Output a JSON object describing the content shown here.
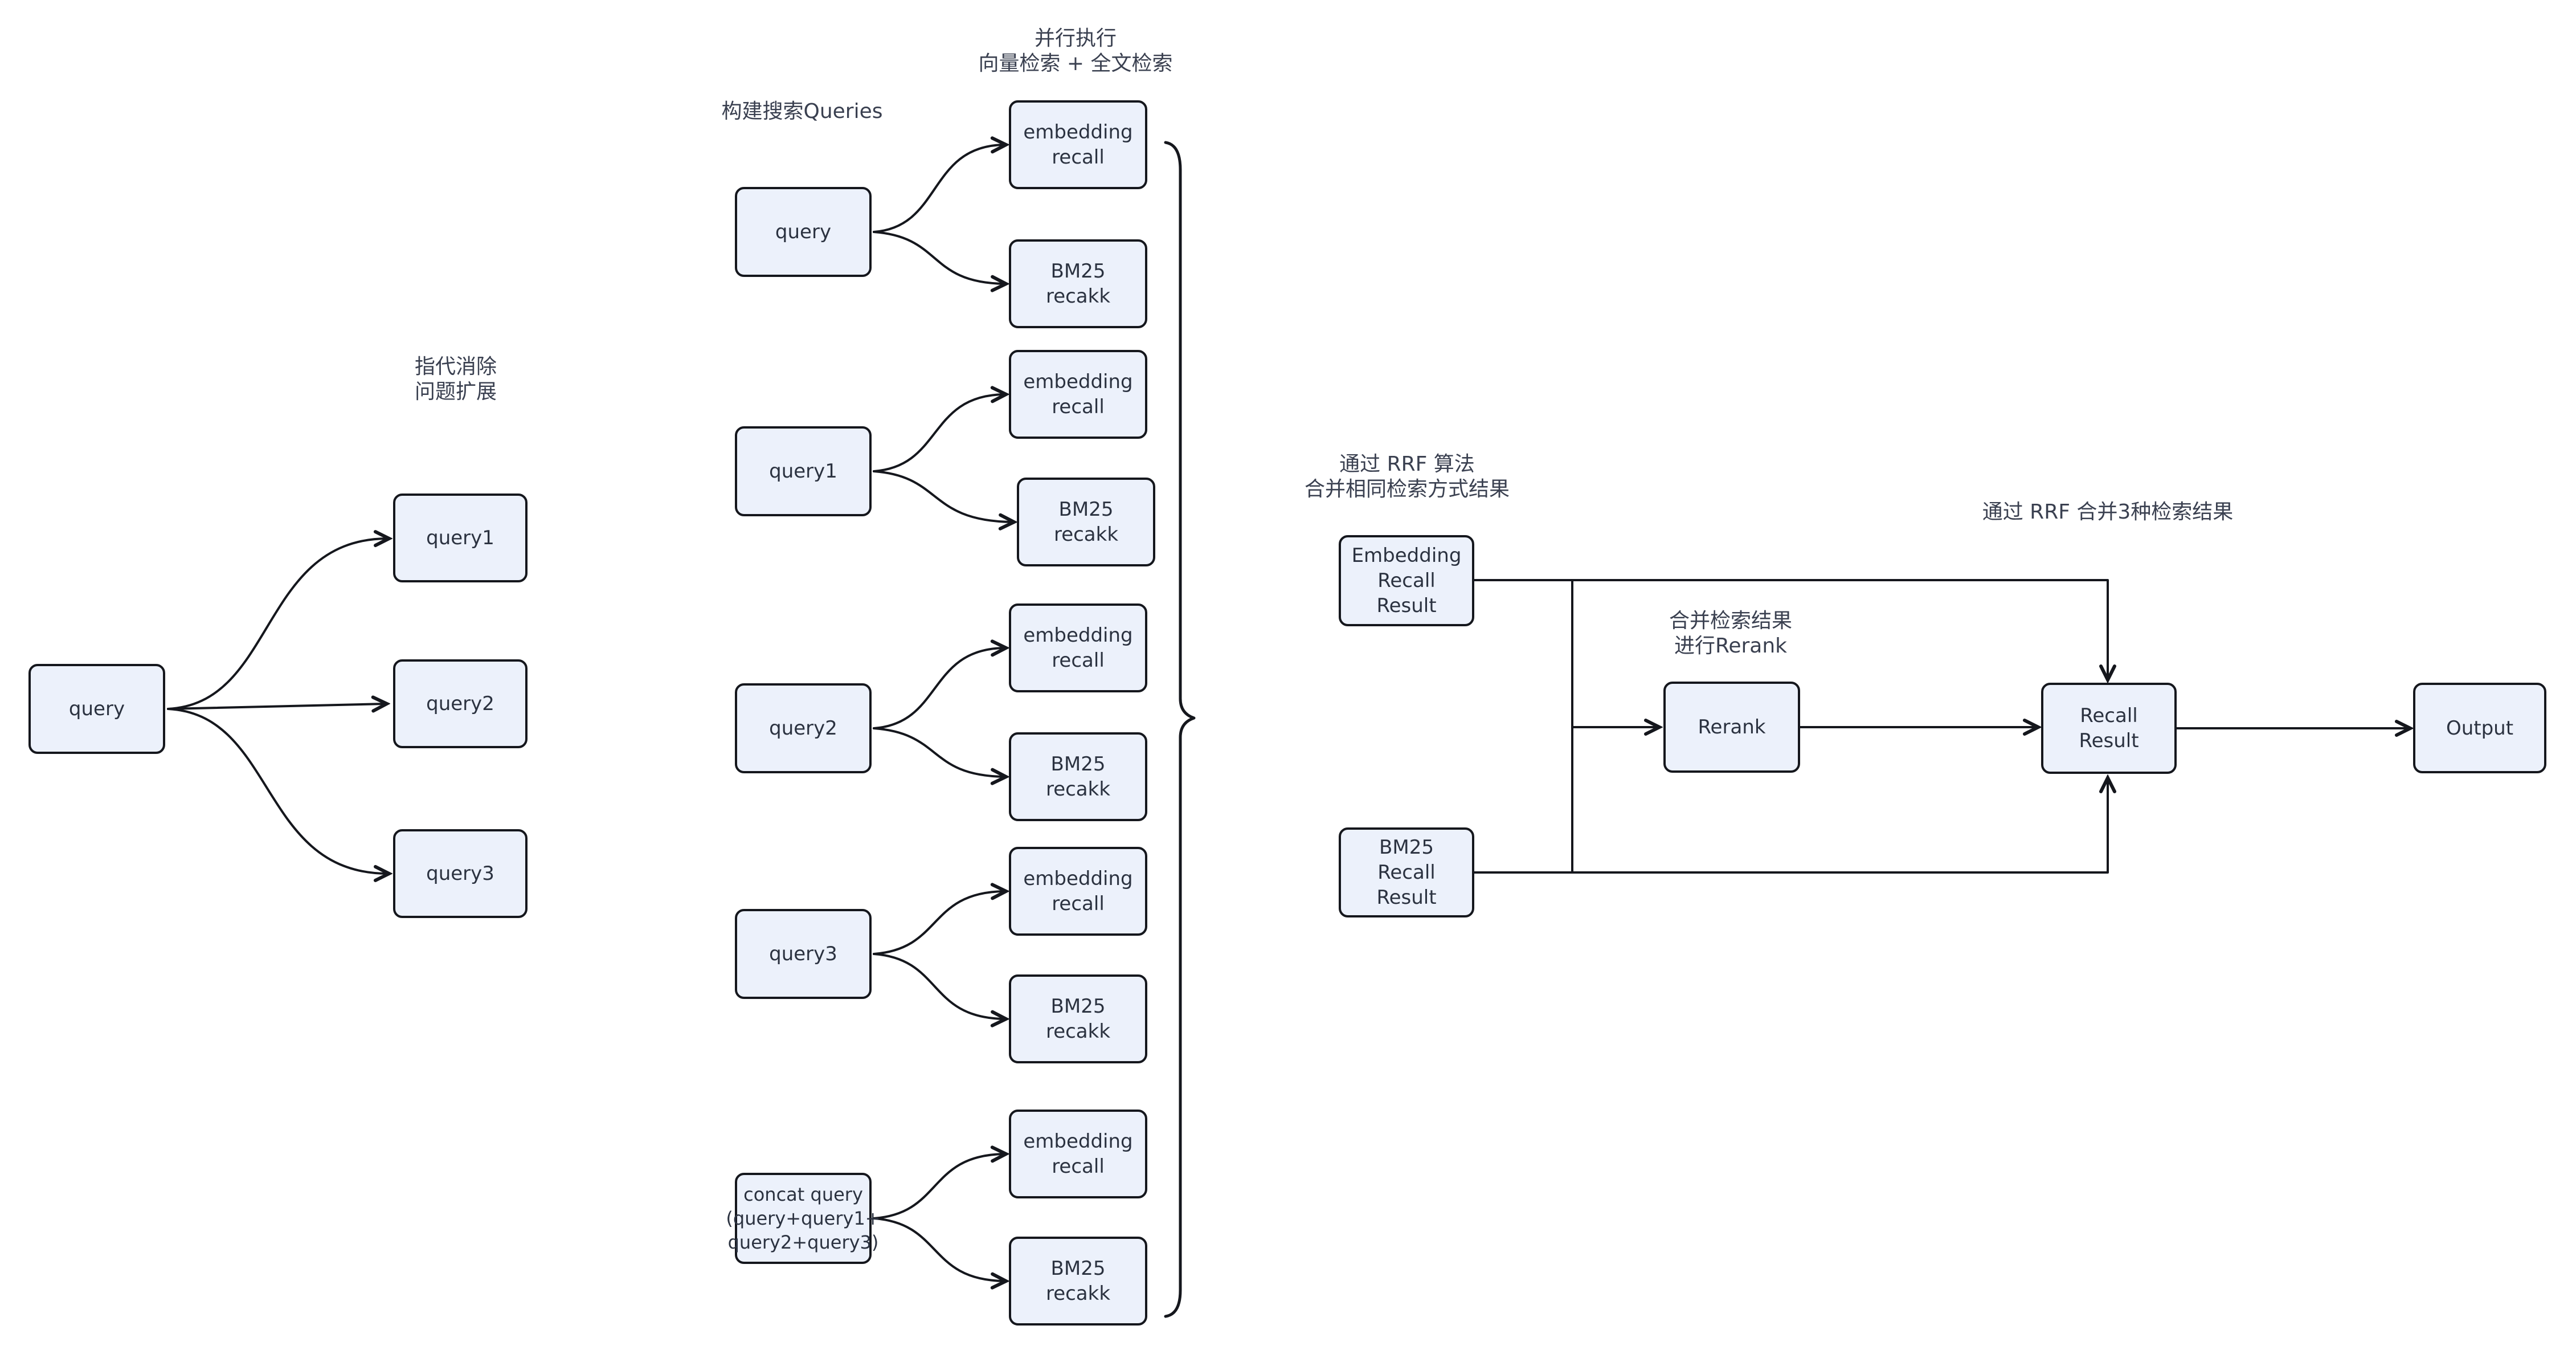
{
  "colors": {
    "stroke": "#15171d",
    "fill": "#ecf1fb",
    "node-text": "#2b3240",
    "label-text": "#3a4050",
    "bg": "#ffffff"
  },
  "annotations": {
    "coref_expand": "指代消除\n问题扩展",
    "build_queries": "构建搜索Queries",
    "parallel_exec": "并行执行\n向量检索 + 全文检索",
    "rrf_same_method": "通过 RRF 算法\n合并相同检索方式结果",
    "merge_rerank": "合并检索结果\n进行Rerank",
    "rrf_merge_three": "通过 RRF 合并3种检索结果"
  },
  "nodes": {
    "query": "query",
    "query1": "query1",
    "query2": "query2",
    "query3": "query3",
    "concat_query": "concat query\n(query+query1+\nquery2+query3)",
    "embedding_recall": "embedding\nrecall",
    "bm25_recall": "BM25\nrecakk",
    "embedding_recall_result": "Embedding\nRecall\nResult",
    "bm25_recall_result": "BM25\nRecall\nResult",
    "rerank": "Rerank",
    "recall_result": "Recall\nResult",
    "output": "Output"
  }
}
